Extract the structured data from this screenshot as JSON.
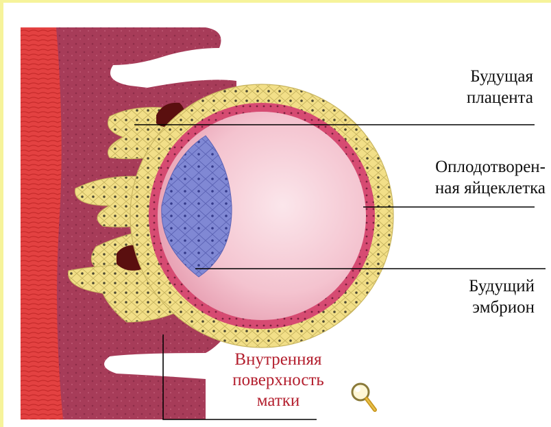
{
  "labels": {
    "future_placenta": [
      "Будущая",
      "плацента"
    ],
    "fertilized_egg": [
      "Оплодотворен-",
      "ная яйцеклетка"
    ],
    "future_embryo": [
      "Будущий",
      "эмбрион"
    ],
    "uterus_inner_surface": [
      "Внутренняя",
      "поверхность",
      "матки"
    ]
  },
  "icons": {
    "zoom": "magnifier-icon"
  },
  "colors": {
    "frame": "#f6f39a",
    "uterine_wall": "#e03a3a",
    "endometrium": "#a83a58",
    "trophoblast": "#f3dd84",
    "inner_membrane": "#d4466e",
    "cavity": "#f7c9d4",
    "embryo": "#7f87d6",
    "caption_red": "#b31f2e"
  }
}
